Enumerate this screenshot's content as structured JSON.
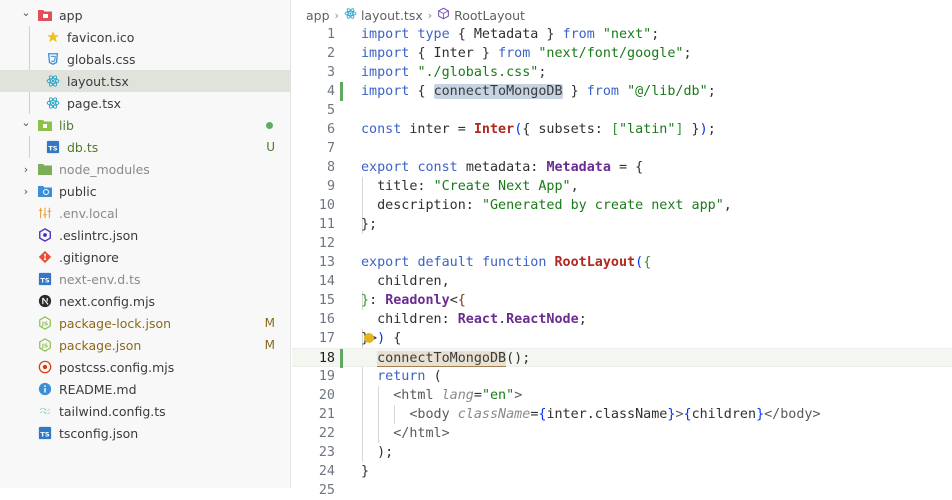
{
  "explorer": {
    "items": [
      {
        "name": "app",
        "kind": "folder",
        "expanded": true,
        "icon": "folder-app-icon",
        "color": "#3b3b3b"
      },
      {
        "name": "favicon.ico",
        "kind": "file",
        "icon": "star-icon",
        "color": "#3b3b3b"
      },
      {
        "name": "globals.css",
        "kind": "file",
        "icon": "css-icon",
        "color": "#3b3b3b"
      },
      {
        "name": "layout.tsx",
        "kind": "file",
        "icon": "react-icon",
        "color": "#3b3b3b",
        "selected": true
      },
      {
        "name": "page.tsx",
        "kind": "file",
        "icon": "react-icon",
        "color": "#3b3b3b"
      },
      {
        "name": "lib",
        "kind": "folder",
        "expanded": true,
        "icon": "folder-lib-icon",
        "color": "#4f7a28",
        "status": "dot"
      },
      {
        "name": "db.ts",
        "kind": "file",
        "icon": "typescript-icon",
        "color": "#4f7a28",
        "badge": "U"
      },
      {
        "name": "node_modules",
        "kind": "folder",
        "expanded": false,
        "icon": "folder-node-icon",
        "color": "#8a8a8a"
      },
      {
        "name": "public",
        "kind": "folder",
        "expanded": false,
        "icon": "folder-public-icon",
        "color": "#3b3b3b"
      },
      {
        "name": ".env.local",
        "kind": "file",
        "icon": "env-icon",
        "color": "#8a8a8a"
      },
      {
        "name": ".eslintrc.json",
        "kind": "file",
        "icon": "eslint-icon",
        "color": "#3b3b3b"
      },
      {
        "name": ".gitignore",
        "kind": "file",
        "icon": "git-icon",
        "color": "#3b3b3b"
      },
      {
        "name": "next-env.d.ts",
        "kind": "file",
        "icon": "typescript-icon",
        "color": "#8a8a8a"
      },
      {
        "name": "next.config.mjs",
        "kind": "file",
        "icon": "next-icon",
        "color": "#3b3b3b"
      },
      {
        "name": "package-lock.json",
        "kind": "file",
        "icon": "nodejs-icon",
        "color": "#8a6a1a",
        "badge": "M"
      },
      {
        "name": "package.json",
        "kind": "file",
        "icon": "nodejs-icon",
        "color": "#8a6a1a",
        "badge": "M"
      },
      {
        "name": "postcss.config.mjs",
        "kind": "file",
        "icon": "postcss-icon",
        "color": "#3b3b3b"
      },
      {
        "name": "README.md",
        "kind": "file",
        "icon": "info-icon",
        "color": "#3b3b3b"
      },
      {
        "name": "tailwind.config.ts",
        "kind": "file",
        "icon": "tailwind-icon",
        "color": "#3b3b3b"
      },
      {
        "name": "tsconfig.json",
        "kind": "file",
        "icon": "tsconfig-icon",
        "color": "#3b3b3b"
      }
    ]
  },
  "breadcrumb": {
    "folder": "app",
    "file": "layout.tsx",
    "symbol": "RootLayout"
  },
  "editor": {
    "current_line": 18,
    "lines": [
      {
        "n": "1",
        "tokens": [
          [
            "k",
            "import "
          ],
          [
            "k",
            "type "
          ],
          [
            "v",
            "{ Metadata } "
          ],
          [
            "k",
            "from "
          ],
          [
            "s",
            "\"next\""
          ],
          [
            "v",
            ";"
          ]
        ]
      },
      {
        "n": "2",
        "tokens": [
          [
            "k",
            "import "
          ],
          [
            "v",
            "{ Inter } "
          ],
          [
            "k",
            "from "
          ],
          [
            "s",
            "\"next/font/google\""
          ],
          [
            "v",
            ";"
          ]
        ]
      },
      {
        "n": "3",
        "tokens": [
          [
            "k",
            "import "
          ],
          [
            "s",
            "\"./globals.css\""
          ],
          [
            "v",
            ";"
          ]
        ]
      },
      {
        "n": "4",
        "git": true,
        "tokens": [
          [
            "k",
            "import "
          ],
          [
            "v",
            "{ "
          ],
          [
            "hl",
            "connectToMongoDB"
          ],
          [
            "v",
            " } "
          ],
          [
            "k",
            "from "
          ],
          [
            "s",
            "\"@/lib/db\""
          ],
          [
            "v",
            ";"
          ]
        ]
      },
      {
        "n": "5",
        "tokens": []
      },
      {
        "n": "6",
        "tokens": [
          [
            "k",
            "const "
          ],
          [
            "v",
            "inter = "
          ],
          [
            "f",
            "Inter"
          ],
          [
            "p",
            "("
          ],
          [
            "v",
            "{ subsets: "
          ],
          [
            "p2",
            "["
          ],
          [
            "s",
            "\"latin\""
          ],
          [
            "p2",
            "]"
          ],
          [
            "v",
            " }"
          ],
          [
            "p",
            ")"
          ],
          [
            "v",
            ";"
          ]
        ]
      },
      {
        "n": "7",
        "tokens": []
      },
      {
        "n": "8",
        "tokens": [
          [
            "k",
            "export "
          ],
          [
            "k",
            "const "
          ],
          [
            "v",
            "metadata: "
          ],
          [
            "t",
            "Metadata"
          ],
          [
            "v",
            " = {"
          ]
        ]
      },
      {
        "n": "9",
        "tokens": [
          [
            "v",
            "  title: "
          ],
          [
            "s",
            "\"Create Next App\""
          ],
          [
            "v",
            ","
          ]
        ]
      },
      {
        "n": "10",
        "tokens": [
          [
            "v",
            "  description: "
          ],
          [
            "s",
            "\"Generated by create next app\""
          ],
          [
            "v",
            ","
          ]
        ]
      },
      {
        "n": "11",
        "tokens": [
          [
            "v",
            "};"
          ]
        ]
      },
      {
        "n": "12",
        "tokens": []
      },
      {
        "n": "13",
        "tokens": [
          [
            "k",
            "export "
          ],
          [
            "k",
            "default "
          ],
          [
            "k",
            "function "
          ],
          [
            "f",
            "RootLayout"
          ],
          [
            "p",
            "("
          ],
          [
            "p2",
            "{"
          ]
        ]
      },
      {
        "n": "14",
        "tokens": [
          [
            "v",
            "  children,"
          ]
        ]
      },
      {
        "n": "15",
        "tokens": [
          [
            "p2",
            "}"
          ],
          [
            "v",
            ": "
          ],
          [
            "t",
            "Readonly"
          ],
          [
            "v",
            "<"
          ],
          [
            "p3",
            "{"
          ]
        ]
      },
      {
        "n": "16",
        "tokens": [
          [
            "v",
            "  children: "
          ],
          [
            "t",
            "React"
          ],
          [
            "v",
            "."
          ],
          [
            "t",
            "ReactNode"
          ],
          [
            "v",
            ";"
          ]
        ]
      },
      {
        "n": "17",
        "bulb": true,
        "tokens": [
          [
            "v",
            "}>"
          ],
          [
            "p",
            ")"
          ],
          [
            "v",
            " {"
          ]
        ]
      },
      {
        "n": "18",
        "git": true,
        "tokens": [
          [
            "v",
            "  "
          ],
          [
            "hl2",
            "connectToMongoDB"
          ],
          [
            "v",
            "();"
          ]
        ]
      },
      {
        "n": "19",
        "tokens": [
          [
            "v",
            "  "
          ],
          [
            "k",
            "return "
          ],
          [
            "v",
            "("
          ]
        ]
      },
      {
        "n": "20",
        "tokens": [
          [
            "v",
            "    "
          ],
          [
            "tag",
            "<html "
          ],
          [
            "attr",
            "lang"
          ],
          [
            "v",
            "="
          ],
          [
            "s",
            "\"en\""
          ],
          [
            "tag",
            ">"
          ]
        ]
      },
      {
        "n": "21",
        "tokens": [
          [
            "v",
            "      "
          ],
          [
            "tag",
            "<body "
          ],
          [
            "attr",
            "className"
          ],
          [
            "v",
            "="
          ],
          [
            "p",
            "{"
          ],
          [
            "v",
            "inter.className"
          ],
          [
            "p",
            "}"
          ],
          [
            "tag",
            ">"
          ],
          [
            "p",
            "{"
          ],
          [
            "v",
            "children"
          ],
          [
            "p",
            "}"
          ],
          [
            "tag",
            "</body>"
          ]
        ]
      },
      {
        "n": "22",
        "tokens": [
          [
            "v",
            "    "
          ],
          [
            "tag",
            "</html>"
          ]
        ]
      },
      {
        "n": "23",
        "tokens": [
          [
            "v",
            "  );"
          ]
        ]
      },
      {
        "n": "24",
        "tokens": [
          [
            "v",
            "}"
          ]
        ]
      },
      {
        "n": "25",
        "tokens": []
      }
    ]
  },
  "colors": {
    "keyword": "#3c63c8",
    "string": "#1a7a1a",
    "type": "#6a2c8f",
    "function": "#b0281f",
    "git_added": "#5fa862",
    "badge_modified": "#8a6a1a",
    "badge_untracked": "#4f7a28"
  }
}
